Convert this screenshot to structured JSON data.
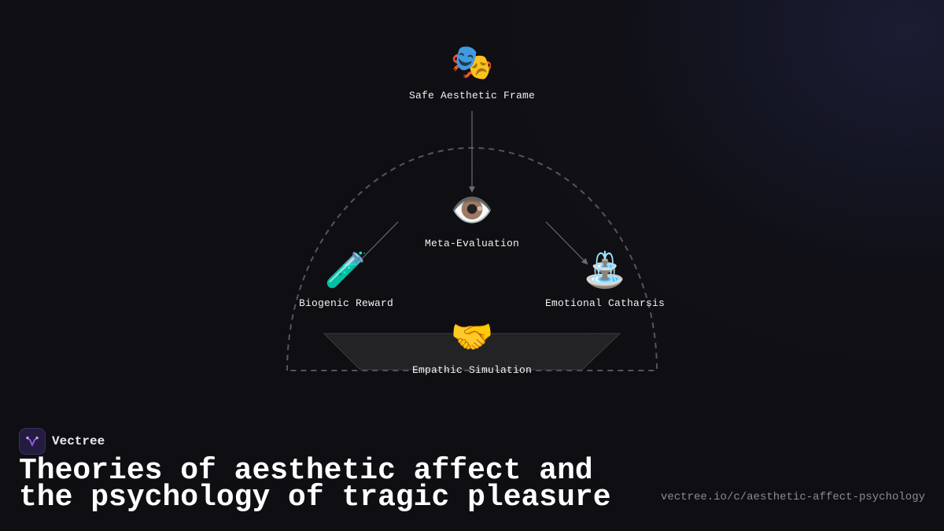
{
  "diagram": {
    "nodes": {
      "safe_frame": {
        "icon": "performing-arts-masks-icon",
        "glyph": "🎭",
        "label": "Safe Aesthetic Frame"
      },
      "meta_evaluation": {
        "icon": "eye-icon",
        "glyph": "👁️",
        "label": "Meta-Evaluation"
      },
      "biogenic_reward": {
        "icon": "test-tube-icon",
        "glyph": "🧪",
        "label": "Biogenic Reward"
      },
      "emotional_catharsis": {
        "icon": "fountain-icon",
        "glyph": "⛲",
        "label": "Emotional Catharsis"
      },
      "empathic_simulation": {
        "icon": "handshake-icon",
        "glyph": "🤝",
        "label": "Empathic Simulation"
      }
    },
    "edges": [
      {
        "from": "safe_frame",
        "to": "meta_evaluation"
      },
      {
        "from": "meta_evaluation",
        "to": "biogenic_reward"
      },
      {
        "from": "meta_evaluation",
        "to": "emotional_catharsis"
      }
    ]
  },
  "brand": {
    "name": "Vectree",
    "logo_icon": "vectree-logo-icon"
  },
  "title": "Theories of aesthetic affect and the psychology of tragic pleasure",
  "source_url": "vectree.io/c/aesthetic-affect-psychology",
  "colors": {
    "background": "#0f0f13",
    "dashed_arc": "#55555c",
    "connector": "#6a6a72",
    "base_shape": "#232326",
    "logo_purple": "#9b5cf6"
  }
}
